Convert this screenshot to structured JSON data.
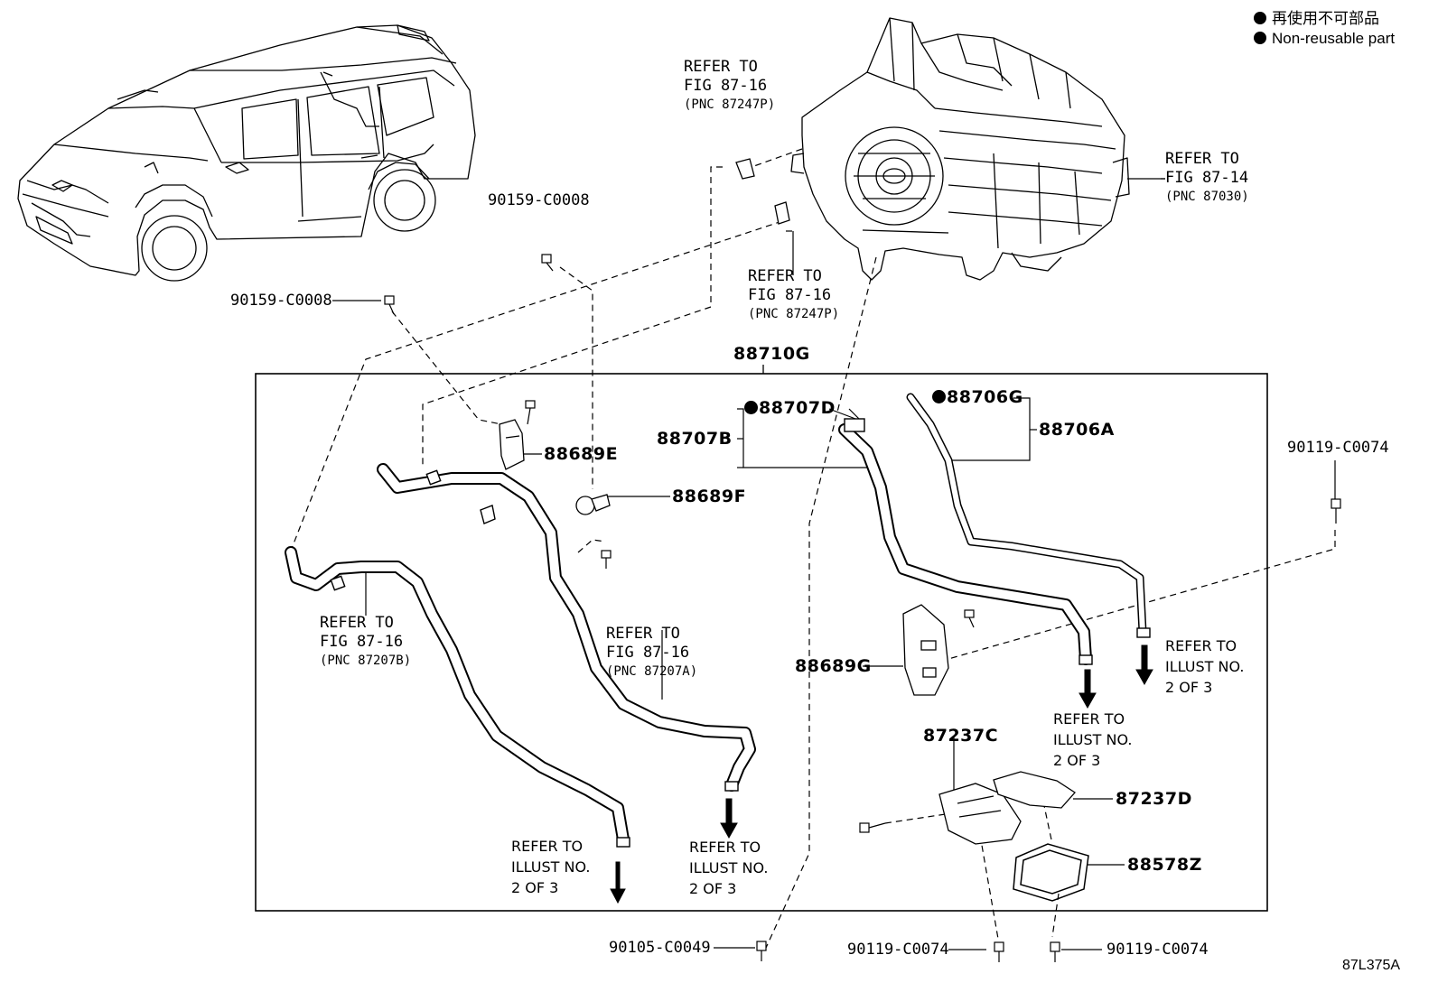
{
  "legend": {
    "line_jp": "再使用不可部品",
    "line_en": "Non-reusable part"
  },
  "figure_id": "87L375A",
  "assembly": {
    "label": "88710G"
  },
  "parts": {
    "bolt_90159_upper": "90159-C0008",
    "bolt_90159_left": "90159-C0008",
    "bracket_88689E": "88689E",
    "clamp_88689F": "88689F",
    "bracket_88689G": "88689G",
    "hose_88707B": "88707B",
    "oring_88707D": "88707D",
    "tube_88706A": "88706A",
    "oring_88706G": "88706G",
    "bolt_90119_right": "90119-C0074",
    "cover_87237C": "87237C",
    "cover_87237D": "87237D",
    "seal_88578Z": "88578Z",
    "bolt_90105_bottom": "90105-C0049",
    "bolt_90119_bottom_left": "90119-C0074",
    "bolt_90119_bottom_right": "90119-C0074"
  },
  "references": {
    "fig_87_16_upper": {
      "l1": "REFER TO",
      "l2": "FIG 87-16",
      "l3": "(PNC 87247P)"
    },
    "fig_87_16_mid": {
      "l1": "REFER TO",
      "l2": "FIG 87-16",
      "l3": "(PNC 87247P)"
    },
    "fig_87_14": {
      "l1": "REFER TO",
      "l2": "FIG 87-14",
      "l3": "(PNC 87030)"
    },
    "fig_87_16_left": {
      "l1": "REFER TO",
      "l2": "FIG 87-16",
      "l3": "(PNC 87207B)"
    },
    "fig_87_16_center": {
      "l1": "REFER TO",
      "l2": "FIG 87-16",
      "l3": "(PNC 87207A)"
    },
    "illust_a": {
      "l1": "REFER TO",
      "l2": "ILLUST NO.",
      "l3": "2 OF 3"
    },
    "illust_b": {
      "l1": "REFER TO",
      "l2": "ILLUST NO.",
      "l3": "2 OF 3"
    },
    "illust_c": {
      "l1": "REFER TO",
      "l2": "ILLUST NO.",
      "l3": "2 OF 3"
    },
    "illust_d": {
      "l1": "REFER TO",
      "l2": "ILLUST NO.",
      "l3": "2 OF 3"
    }
  }
}
